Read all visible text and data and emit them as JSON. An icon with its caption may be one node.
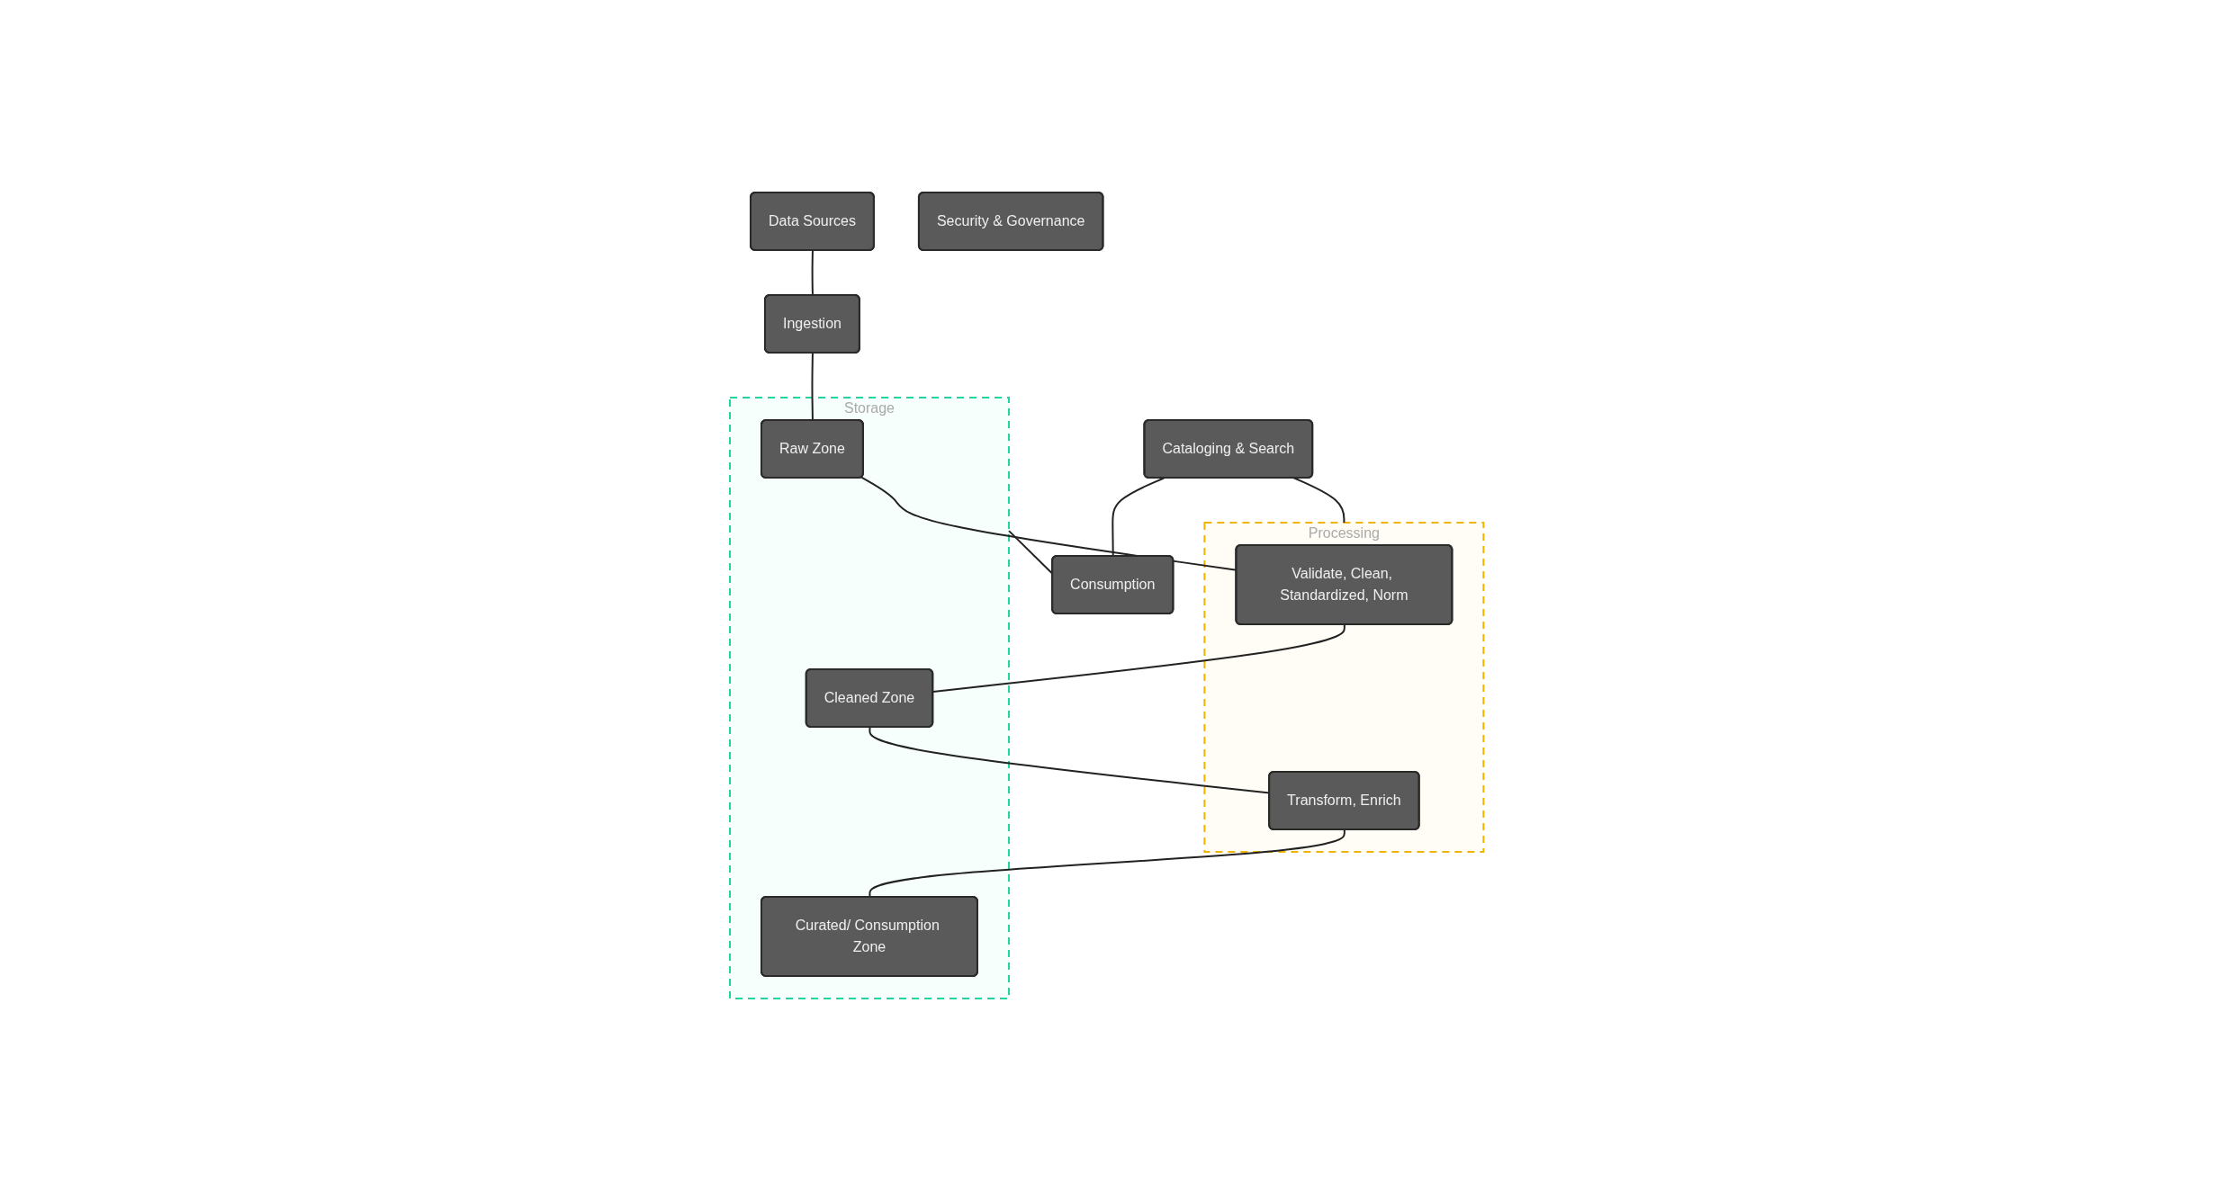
{
  "diagram": {
    "nodes": [
      {
        "text": [
          "Cataloging & Search"
        ]
      },
      {
        "text": [
          "Data Sources"
        ]
      },
      {
        "text": [
          "Ingestion"
        ]
      },
      {
        "text": [
          "Consumption"
        ]
      },
      {
        "text": [
          "Processing"
        ]
      },
      {
        "text": [
          "Validate, Clean, Standardized, Norm"
        ],
        "in": 4
      },
      {
        "text": [
          "Transform, Enrich"
        ],
        "in": 4
      },
      {
        "text": [
          "Storage"
        ]
      },
      {
        "text": [
          "Raw Zone"
        ],
        "in": 7
      },
      {
        "text": [
          "Cleaned Zone"
        ],
        "in": 7
      },
      {
        "text": [
          "Curated/ Consumption Zone"
        ],
        "in": 7
      },
      {
        "text": [
          "Security & Governance"
        ]
      }
    ],
    "edges": [
      {
        "from": 1,
        "to": 2,
        "arrow": "none"
      },
      {
        "from": 2,
        "to": 8,
        "arrow": "none"
      },
      {
        "from": 8,
        "to": 5,
        "arrow": "none"
      },
      {
        "from": 5,
        "to": 9,
        "arrow": "none"
      },
      {
        "from": 9,
        "to": 6,
        "arrow": "none"
      },
      {
        "from": 6,
        "to": 10,
        "arrow": "none"
      },
      {
        "from": 0,
        "to": 4,
        "arrow": "none"
      },
      {
        "from": 0,
        "to": 3,
        "arrow": "none"
      },
      {
        "from": 7,
        "to": 3,
        "arrow": "none"
      }
    ]
  }
}
